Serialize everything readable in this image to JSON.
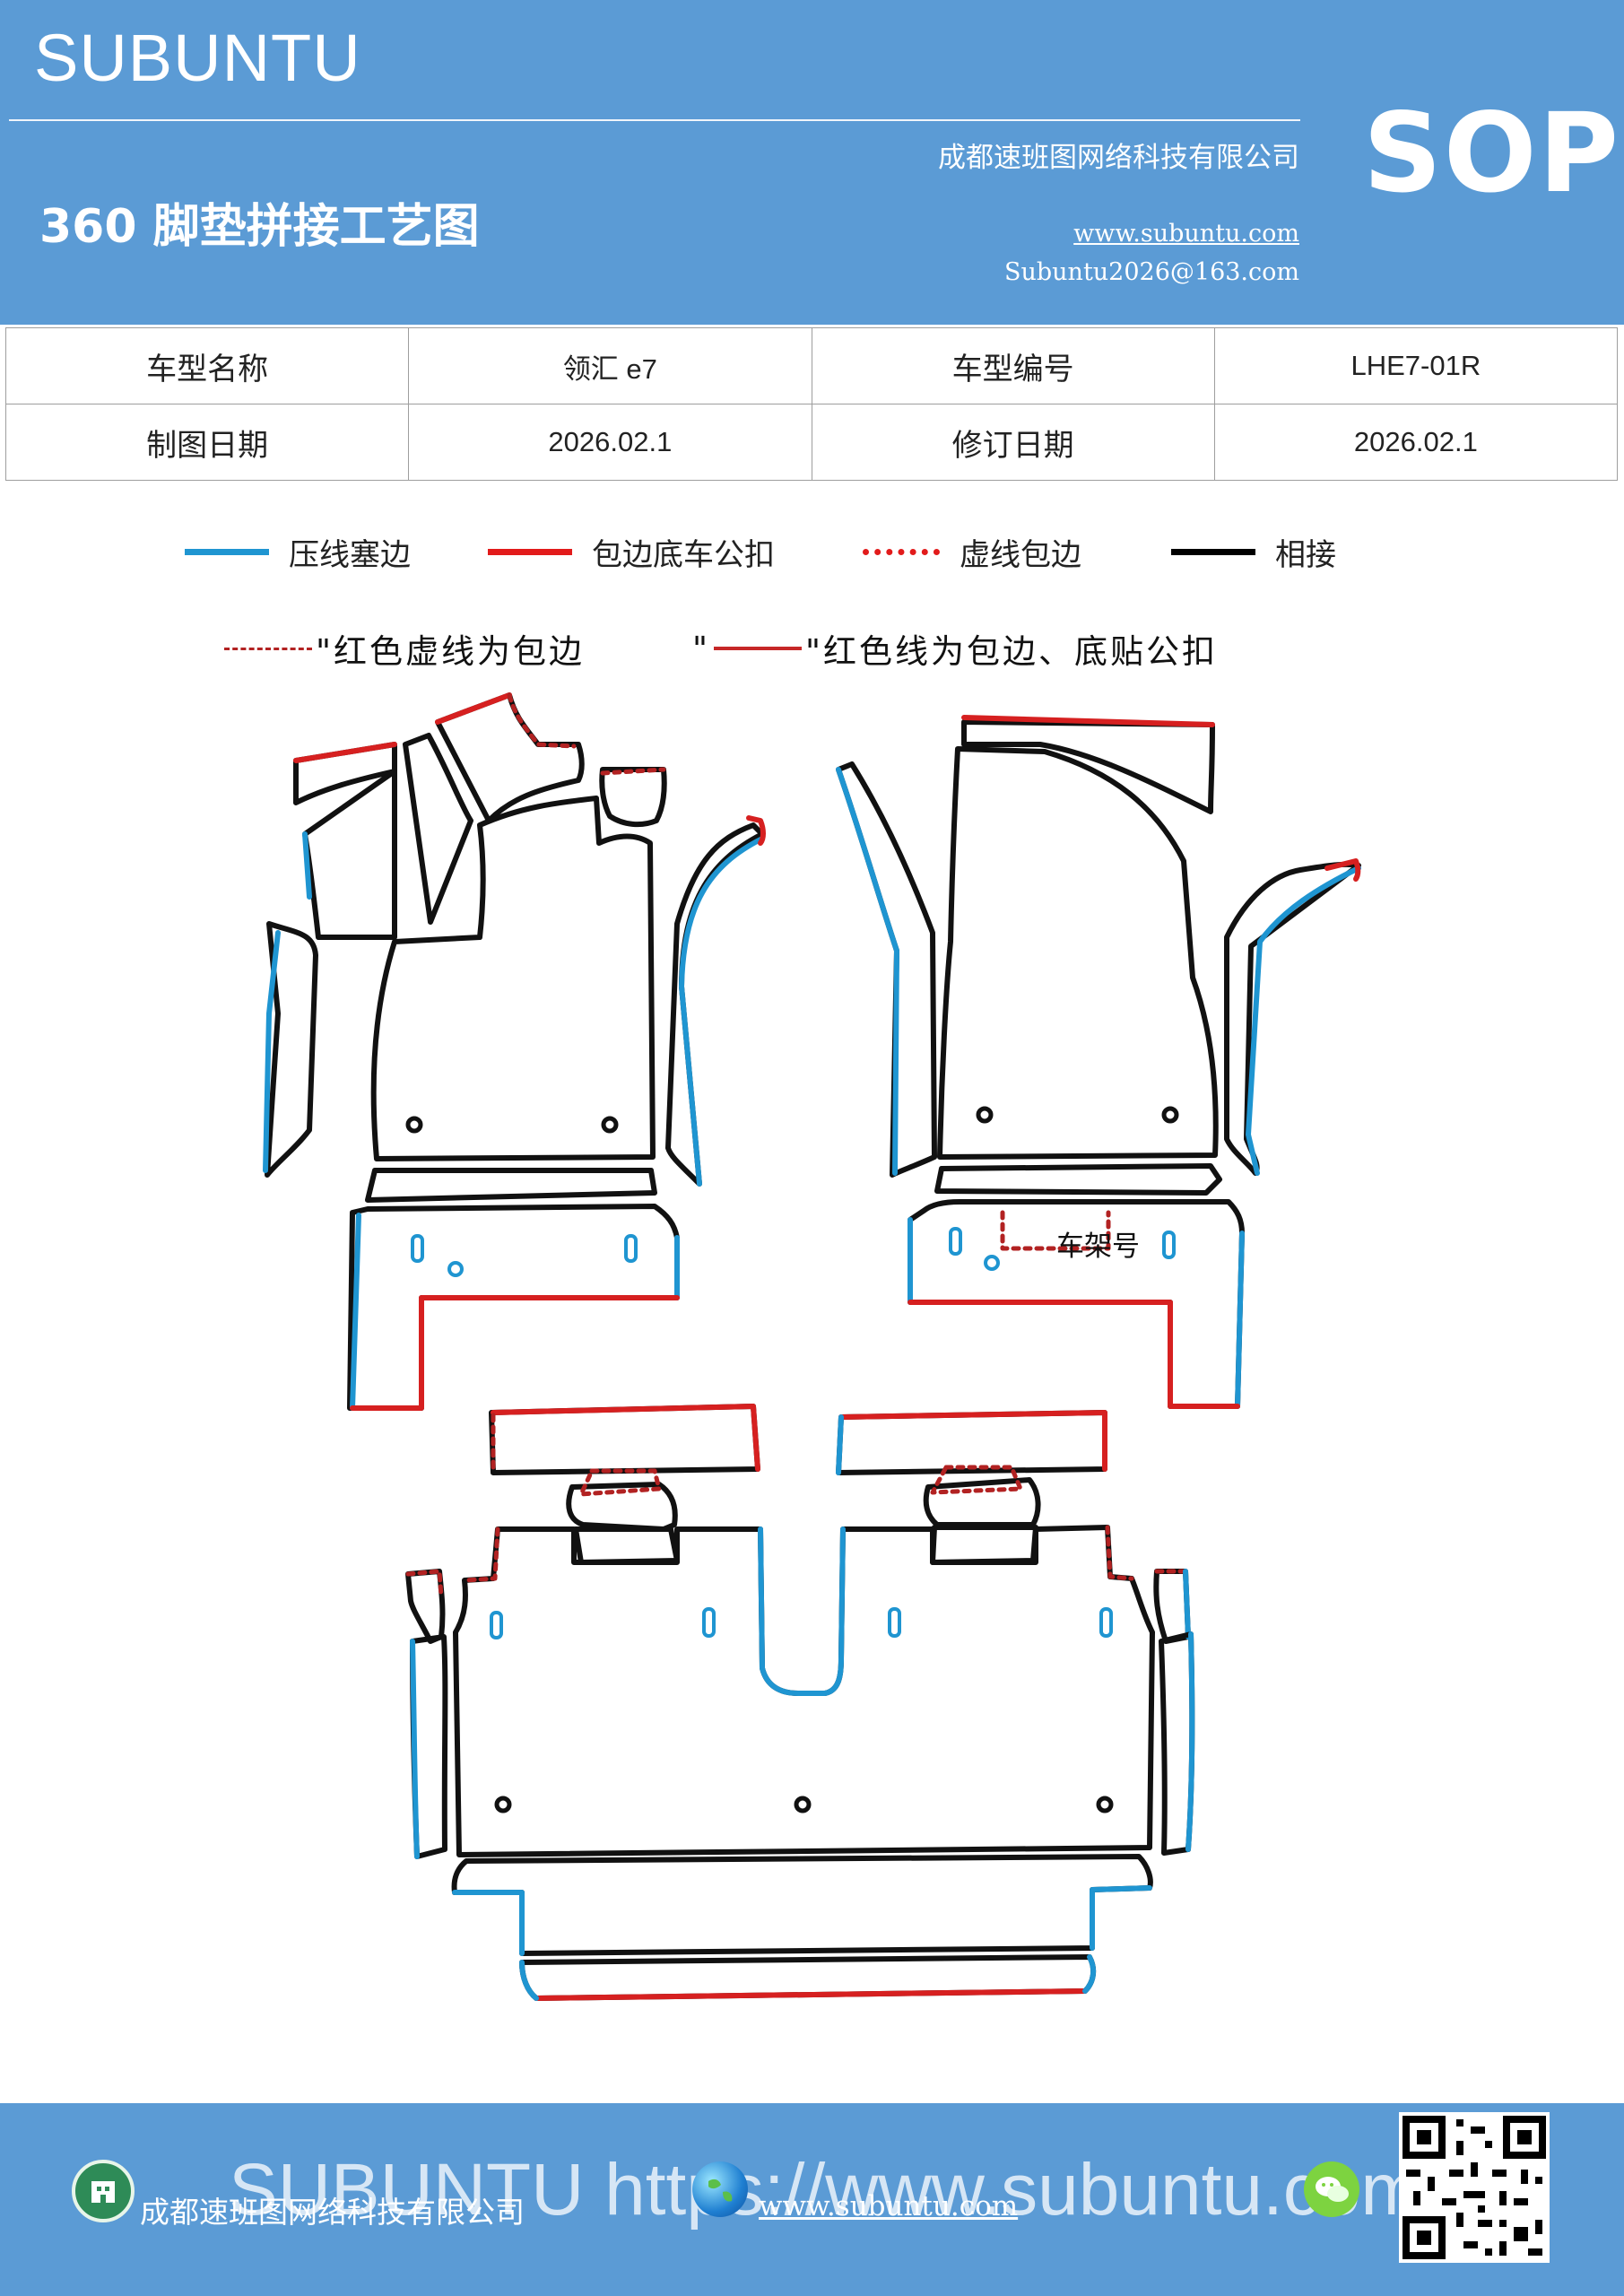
{
  "header": {
    "brand": "SUBUNTU",
    "title": "360 脚垫拼接工艺图",
    "company": "成都速班图网络科技有限公司",
    "website": "www.subuntu.com",
    "email": "Subuntu2026@163.com",
    "badge": "SOP",
    "bg_color": "#5b9bd5"
  },
  "info_table": {
    "rows": [
      [
        "车型名称",
        "领汇 e7",
        "车型编号",
        "LHE7-01R"
      ],
      [
        "制图日期",
        "2026.02.1",
        "修订日期",
        "2026.02.1"
      ]
    ]
  },
  "legend": [
    {
      "label": "压线塞边",
      "color": "#1f95d1",
      "style": "solid"
    },
    {
      "label": "包边底车公扣",
      "color": "#e21b1b",
      "style": "solid"
    },
    {
      "label": "虚线包边",
      "color": "#e21b1b",
      "style": "dotted"
    },
    {
      "label": "相接",
      "color": "#000000",
      "style": "solid"
    }
  ],
  "notes": {
    "dashed_note": "\"红色虚线为包边",
    "solid_note_quote": "\"",
    "solid_note": "\"红色线为包边、底贴公扣"
  },
  "diagram": {
    "frame_label": "车架号",
    "colors": {
      "blue": "#1f95d1",
      "red": "#d62020",
      "dark_red": "#b22222",
      "black": "#111111"
    }
  },
  "footer": {
    "company": "成都速班图网络科技有限公司",
    "website": "www.subuntu.com",
    "watermark": "SUBUNTU https://www.subuntu.com",
    "icons": [
      "building-icon",
      "globe-icon",
      "wechat-icon"
    ],
    "qr": "qr-code"
  }
}
